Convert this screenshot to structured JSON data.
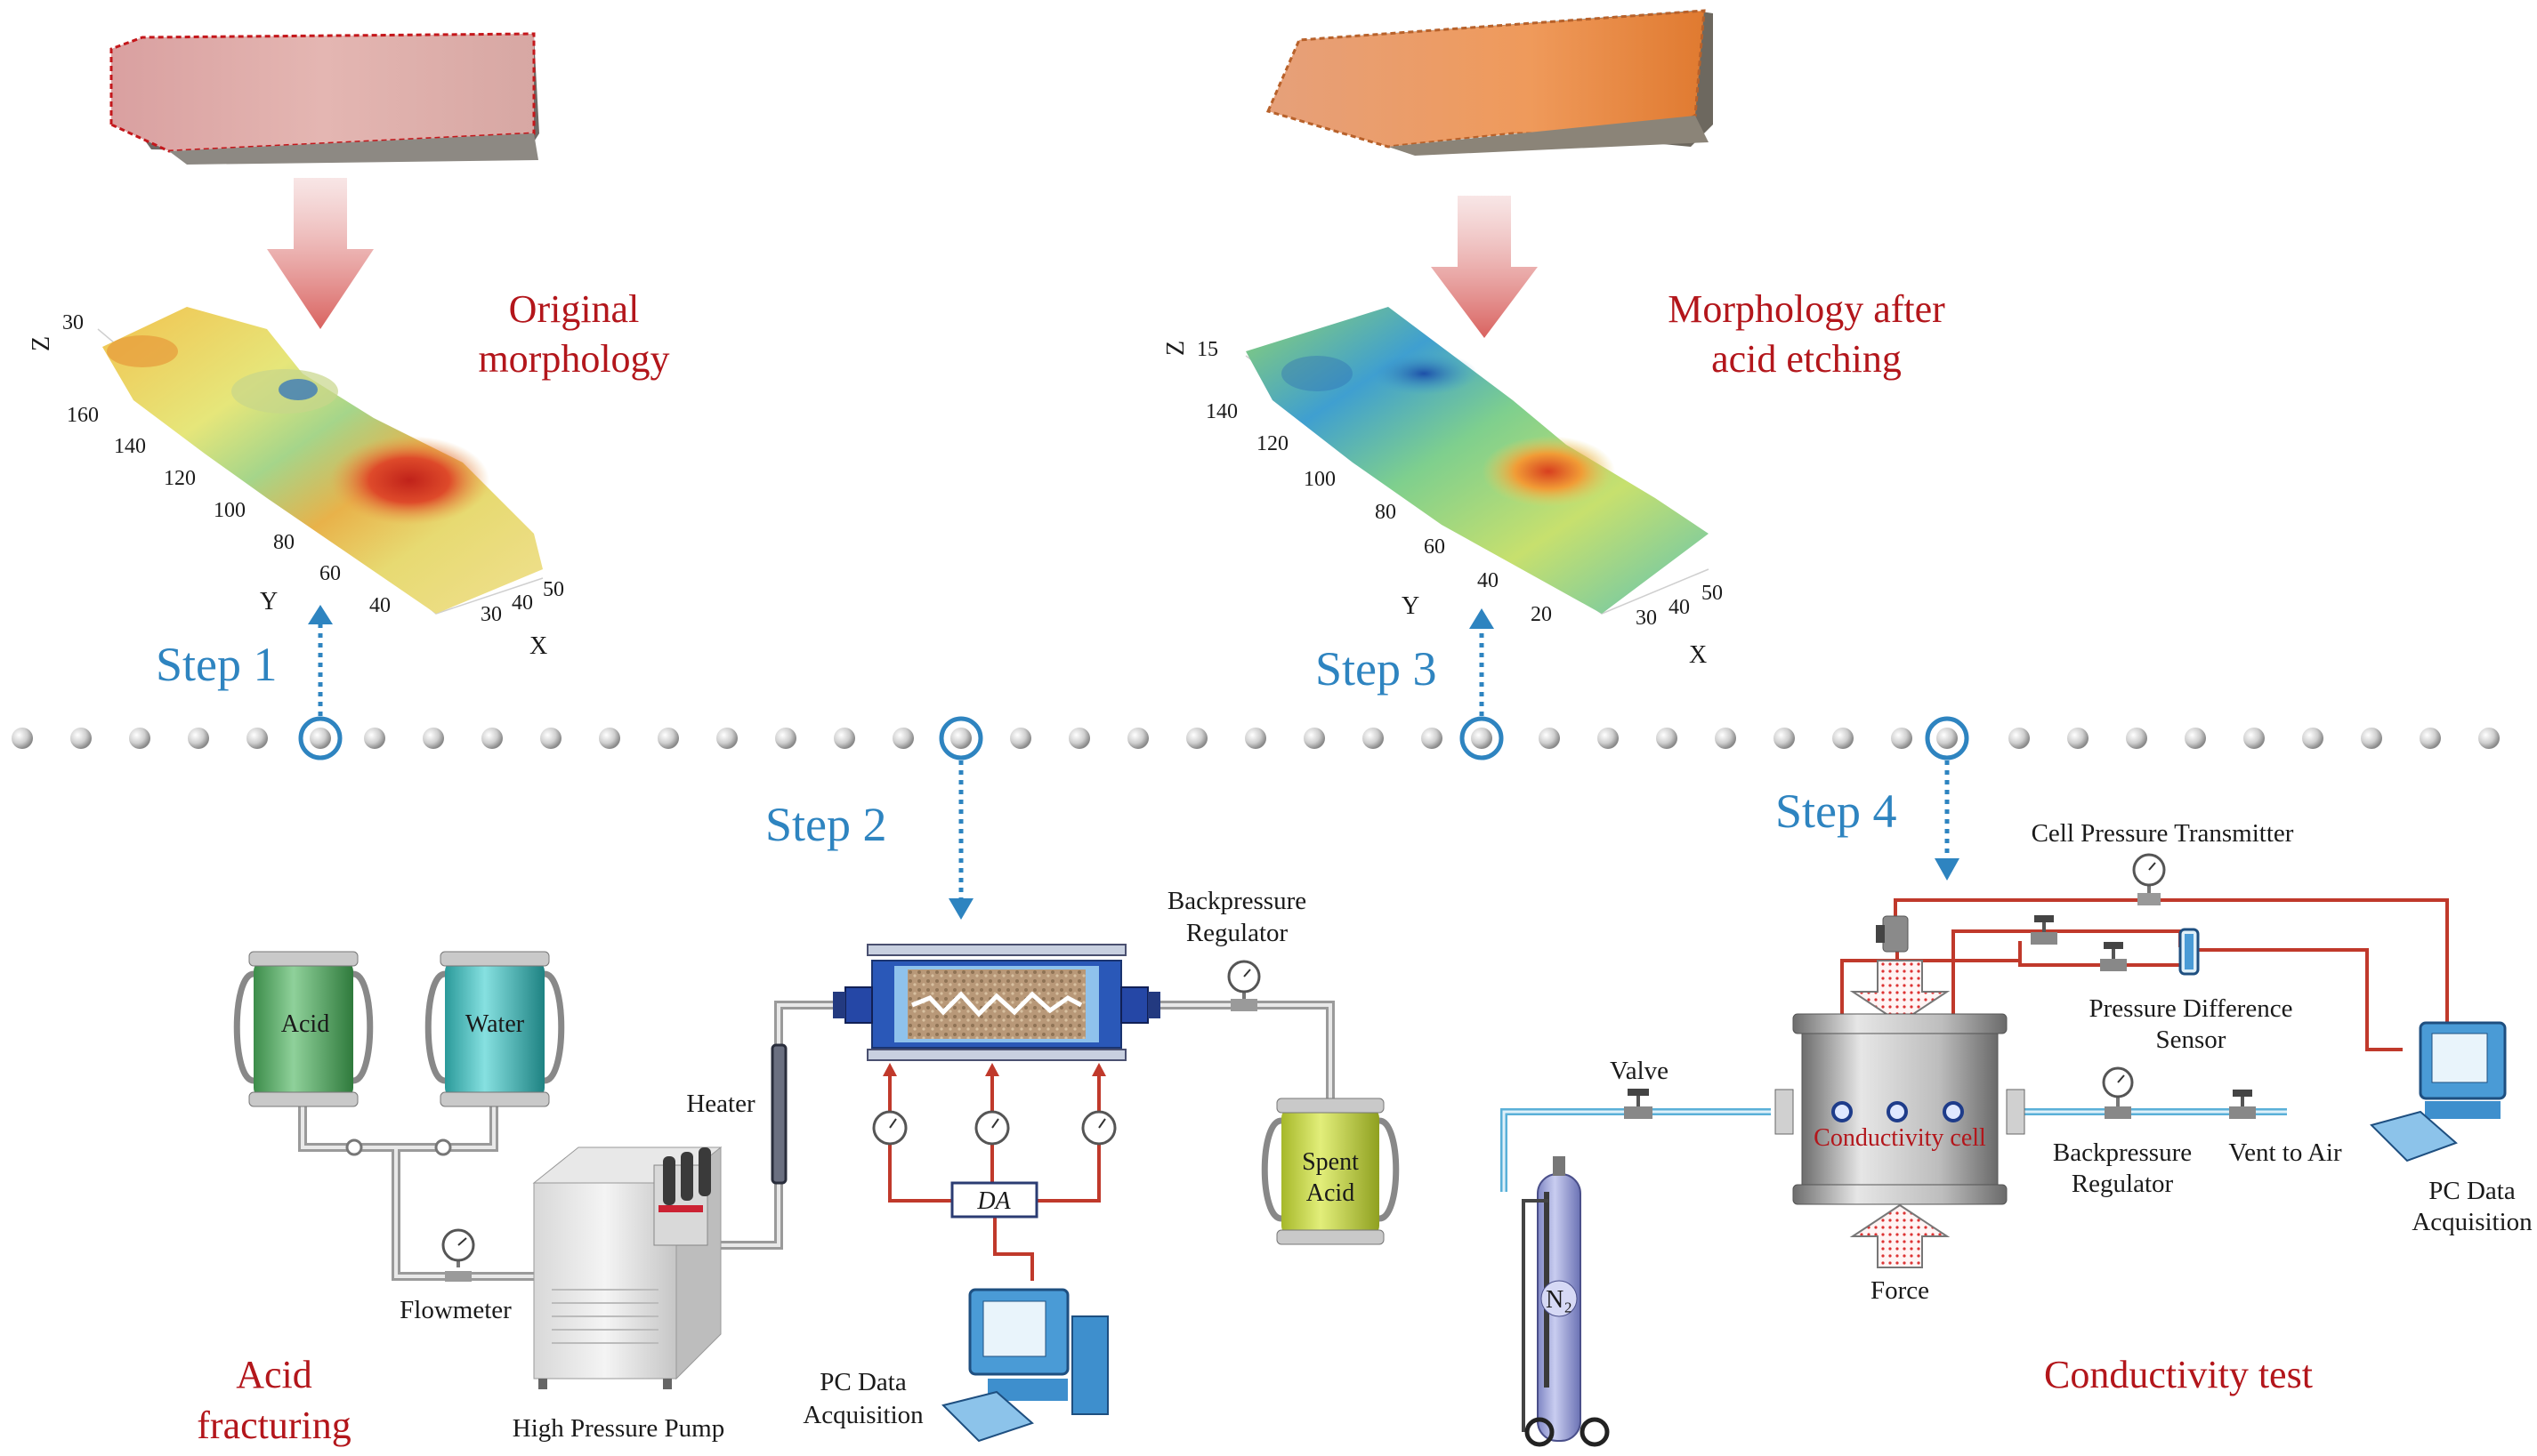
{
  "colors": {
    "title_red": "#b3161b",
    "step_blue": "#2e84c0",
    "pipe_red": "#c0392b",
    "pipe_gray": "#9a9a9a",
    "pipe_blue": "#5ab0d8"
  },
  "steps": {
    "s1": "Step 1",
    "s2": "Step 2",
    "s3": "Step 3",
    "s4": "Step 4"
  },
  "titles": {
    "original_l1": "Original",
    "original_l2": "morphology",
    "etched_l1": "Morphology after",
    "etched_l2": "acid etching",
    "acid_l1": "Acid",
    "acid_l2": "fracturing",
    "conductivity": "Conductivity test"
  },
  "plot1": {
    "z_label": "Z",
    "y_label": "Y",
    "x_label": "X",
    "z_ticks": [
      "30"
    ],
    "y_ticks": [
      "160",
      "140",
      "120",
      "100",
      "80",
      "60",
      "40"
    ],
    "x_ticks": [
      "30",
      "40",
      "50"
    ]
  },
  "plot2": {
    "z_label": "Z",
    "y_label": "Y",
    "x_label": "X",
    "z_ticks": [
      "15"
    ],
    "y_ticks": [
      "140",
      "120",
      "100",
      "80",
      "60",
      "40",
      "20"
    ],
    "x_ticks": [
      "30",
      "40",
      "50"
    ]
  },
  "acid_system": {
    "acid_tank": "Acid",
    "water_tank": "Water",
    "flowmeter": "Flowmeter",
    "pump": "High Pressure Pump",
    "heater": "Heater",
    "bpr_l1": "Backpressure",
    "bpr_l2": "Regulator",
    "spent_l1": "Spent",
    "spent_l2": "Acid",
    "da": "DA",
    "pc_l1": "PC Data",
    "pc_l2": "Acquisition"
  },
  "conductivity_system": {
    "cell_pressure": "Cell Pressure Transmitter",
    "pds_l1": "Pressure Difference",
    "pds_l2": "Sensor",
    "valve": "Valve",
    "cell": "Conductivity cell",
    "bpr_l1": "Backpressure",
    "bpr_l2": "Regulator",
    "vent": "Vent to Air",
    "pc_l1": "PC Data",
    "pc_l2": "Acquisition",
    "force": "Force",
    "n2": "N₂"
  }
}
